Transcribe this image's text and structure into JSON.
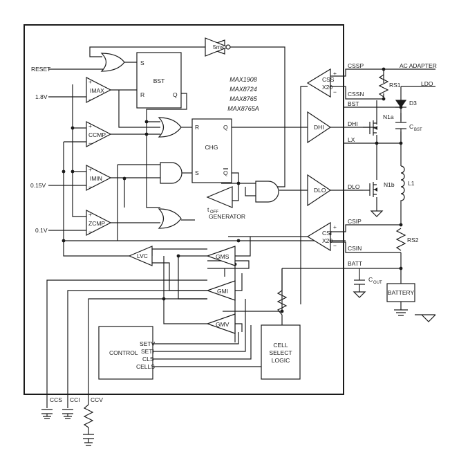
{
  "parts": [
    "MAX1908",
    "MAX8724",
    "MAX8765",
    "MAX8765A"
  ],
  "blocks": {
    "oneshot": "5ms",
    "bst": "BST",
    "bst_s": "S",
    "bst_r": "R",
    "bst_q": "Q",
    "chg": "CHG",
    "chg_r": "R",
    "chg_q": "Q",
    "chg_s": "S",
    "chg_qbar": "Q",
    "toff_t": "t",
    "toff_sub": "OFF",
    "toff_gen": "GENERATOR",
    "dhi": "DHI",
    "dlo": "DLO",
    "css": "CSS",
    "css_gain": "X20",
    "csi": "CSI",
    "csi_gain": "X20",
    "imax": "IMAX",
    "ccmp": "CCMP",
    "imin": "IMIN",
    "zcmp": "ZCMP",
    "lvc": "LVC",
    "gms": "GMS",
    "gmi": "GMI",
    "gmv": "GMV",
    "control": "CONTROL",
    "setv": "SETV",
    "seti": "SETI",
    "cls": "CLS",
    "cells": "CELLS",
    "cell_select": [
      "CELL",
      "SELECT",
      "LOGIC"
    ],
    "battery": "BATTERY"
  },
  "inputs": {
    "reset": "RESET",
    "v18": "1.8V",
    "v015": "0.15V",
    "v01": "0.1V"
  },
  "pins": {
    "cssp": "CSSP",
    "cssn": "CSSN",
    "bst": "BST",
    "dhi": "DHI",
    "lx": "LX",
    "dlo": "DLO",
    "csip": "CSIP",
    "csin": "CSIN",
    "batt": "BATT",
    "ccs": "CCS",
    "cci": "CCI",
    "ccv": "CCV"
  },
  "external": {
    "ac_adapter": "AC ADAPTER",
    "ldo": "LDO",
    "rs1": "RS1",
    "d3": "D3",
    "n1a": "N1a",
    "cbst": "C",
    "cbst_sub": "BST",
    "n1b": "N1b",
    "l1": "L1",
    "rs2": "RS2",
    "cout": "C",
    "cout_sub": "OUT"
  }
}
